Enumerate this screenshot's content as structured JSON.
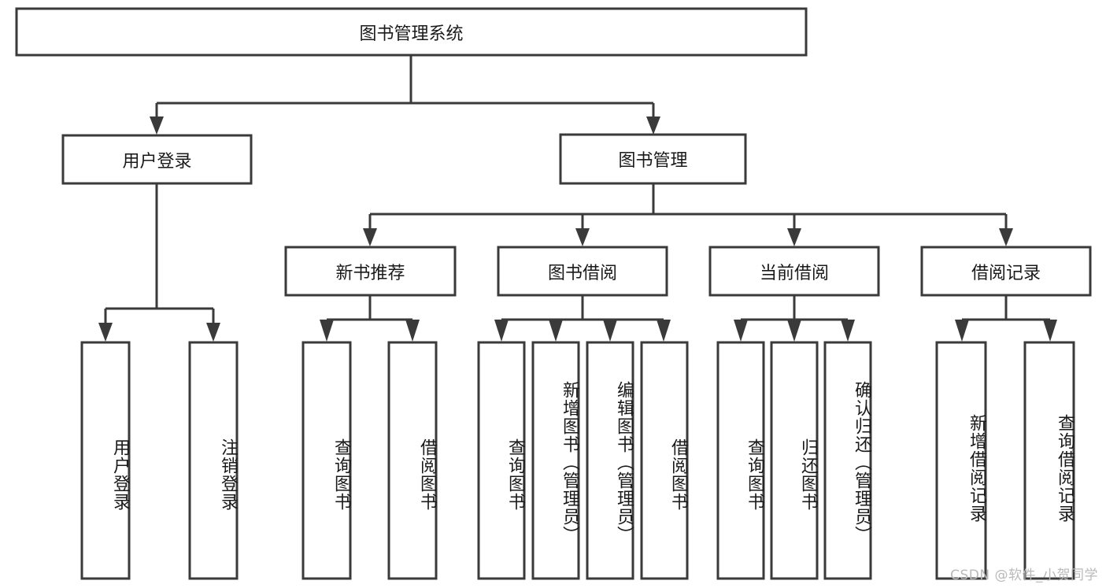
{
  "diagram": {
    "type": "tree",
    "title": "图书管理系统",
    "watermark": "CSDN @软件_小贺同学",
    "colors": {
      "background": "#ffffff",
      "stroke": "#3a3a3a",
      "text": "#1a1a1a",
      "watermark": "#b9b9b9"
    },
    "root": {
      "label": "图书管理系统"
    },
    "level2": [
      {
        "label": "用户登录"
      },
      {
        "label": "图书管理"
      }
    ],
    "level3": [
      {
        "label": "新书推荐"
      },
      {
        "label": "图书借阅"
      },
      {
        "label": "当前借阅"
      },
      {
        "label": "借阅记录"
      }
    ],
    "leaves": {
      "user_login": [
        {
          "label": "用户登录"
        },
        {
          "label": "注销登录"
        }
      ],
      "new_book_recommend": [
        {
          "label": "查询图书"
        },
        {
          "label": "借阅图书"
        }
      ],
      "book_borrow": [
        {
          "label": "查询图书"
        },
        {
          "label": "新增图书（管理员）"
        },
        {
          "label": "编辑图书（管理员）"
        },
        {
          "label": "借阅图书"
        }
      ],
      "current_borrow": [
        {
          "label": "查询图书"
        },
        {
          "label": "归还图书"
        },
        {
          "label": "确认归还（管理员）"
        }
      ],
      "borrow_record": [
        {
          "label": "新增借阅记录"
        },
        {
          "label": "查询借阅记录"
        }
      ]
    }
  }
}
